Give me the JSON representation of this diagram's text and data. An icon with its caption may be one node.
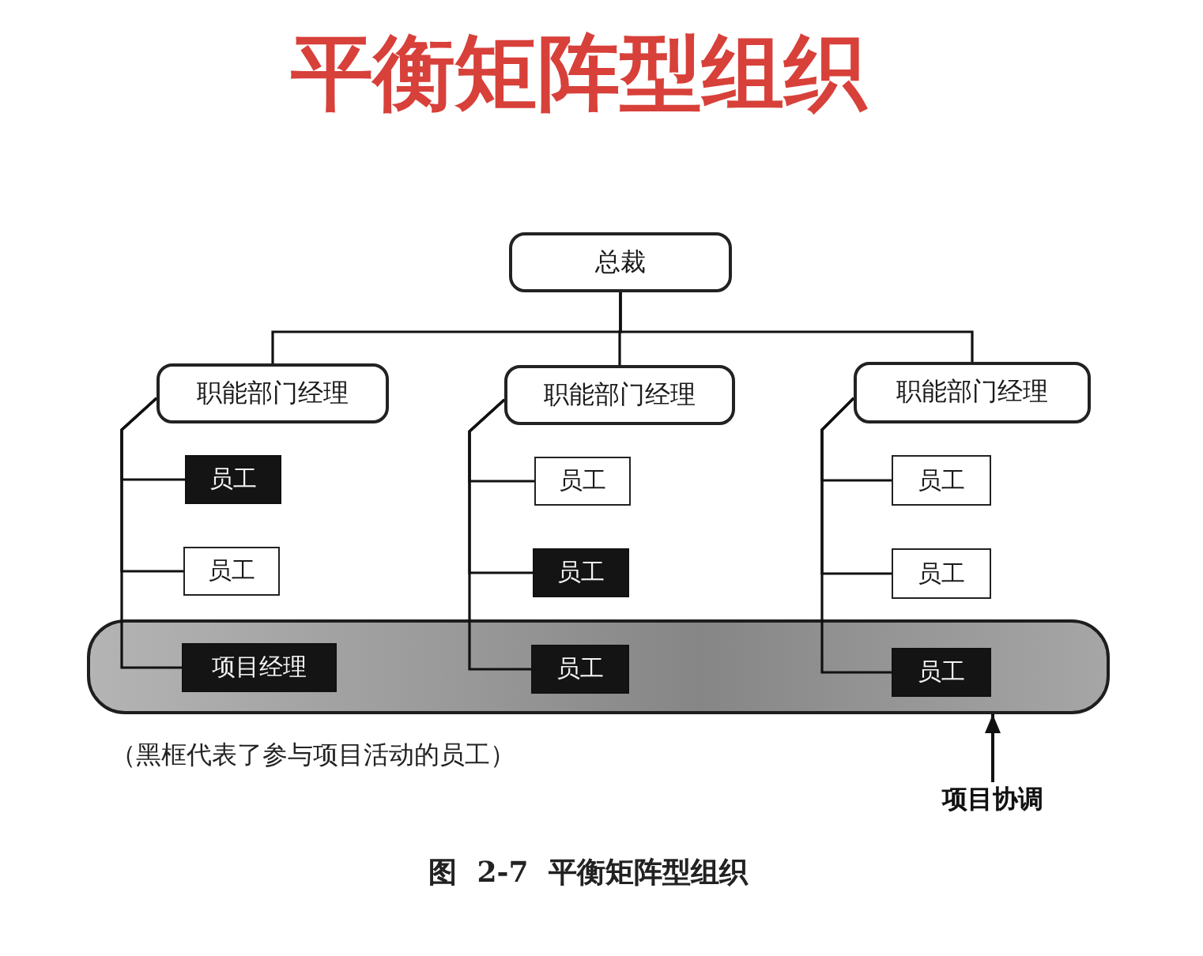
{
  "diagram": {
    "title": "平衡矩阵型组织",
    "caption": "图 2-7 平衡矩阵型组织",
    "nodes": [
      {
        "text": [
          "总裁"
        ]
      },
      {
        "text": [
          "职能部门经理"
        ]
      },
      {
        "text": [
          "职能部门经理"
        ]
      },
      {
        "text": [
          "职能部门经理"
        ]
      },
      {
        "text": [
          "员工"
        ]
      },
      {
        "text": [
          "员工"
        ]
      },
      {
        "text": [
          "员工"
        ]
      },
      {
        "text": [
          "员工"
        ]
      },
      {
        "text": [
          "员工"
        ]
      },
      {
        "text": [
          "员工"
        ]
      },
      {
        "text": [],
        "shape": "bar"
      },
      {
        "text": [
          "项目经理"
        ],
        "in": 10
      },
      {
        "text": [
          "员工"
        ],
        "in": 10
      },
      {
        "text": [
          "员工"
        ],
        "in": 10
      },
      {
        "text": [
          "项目协调"
        ]
      }
    ],
    "edges": [
      {
        "from": 0,
        "to": 1,
        "arrow": "none"
      },
      {
        "from": 0,
        "to": 2,
        "arrow": "none"
      },
      {
        "from": 0,
        "to": 3,
        "arrow": "none"
      },
      {
        "from": 1,
        "to": 4,
        "arrow": "none"
      },
      {
        "from": 1,
        "to": 7,
        "arrow": "none"
      },
      {
        "from": 1,
        "to": 11,
        "arrow": "none"
      },
      {
        "from": 2,
        "to": 5,
        "arrow": "none"
      },
      {
        "from": 2,
        "to": 8,
        "arrow": "none"
      },
      {
        "from": 2,
        "to": 12,
        "arrow": "none"
      },
      {
        "from": 3,
        "to": 6,
        "arrow": "none"
      },
      {
        "from": 3,
        "to": 9,
        "arrow": "none"
      },
      {
        "from": 3,
        "to": 13,
        "arrow": "none"
      },
      {
        "from": 14,
        "to": 10,
        "arrow": "to"
      }
    ],
    "labels": [
      "（黑框代表了参与项目活动的员工）"
    ]
  }
}
